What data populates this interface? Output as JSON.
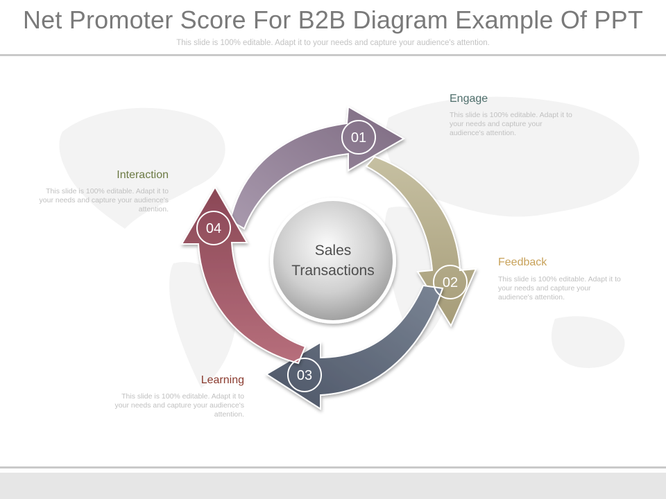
{
  "header": {
    "title": "Net Promoter Score For B2B Diagram Example Of PPT",
    "subtitle": "This slide is 100% editable. Adapt it to your needs and capture your audience's attention."
  },
  "center": {
    "line1": "Sales",
    "line2": "Transactions"
  },
  "steps": [
    {
      "number": "01",
      "label": "Engage",
      "color": "#4f6f6c",
      "arrow_color": "#9a8aa0",
      "desc": "This slide is 100% editable. Adapt it to your needs and capture your audience's attention."
    },
    {
      "number": "02",
      "label": "Feedback",
      "color": "#c8a25a",
      "arrow_color": "#b5ad8a",
      "desc": "This slide is 100% editable. Adapt it to your needs and capture your audience's attention."
    },
    {
      "number": "03",
      "label": "Learning",
      "color": "#8a3a2e",
      "arrow_color": "#5e6878",
      "desc": "This slide is 100% editable. Adapt it to your needs and capture your audience's attention."
    },
    {
      "number": "04",
      "label": "Interaction",
      "color": "#6c7a44",
      "arrow_color": "#9c5a66",
      "desc": "This slide is 100% editable. Adapt it to your needs and capture your audience's attention."
    }
  ]
}
